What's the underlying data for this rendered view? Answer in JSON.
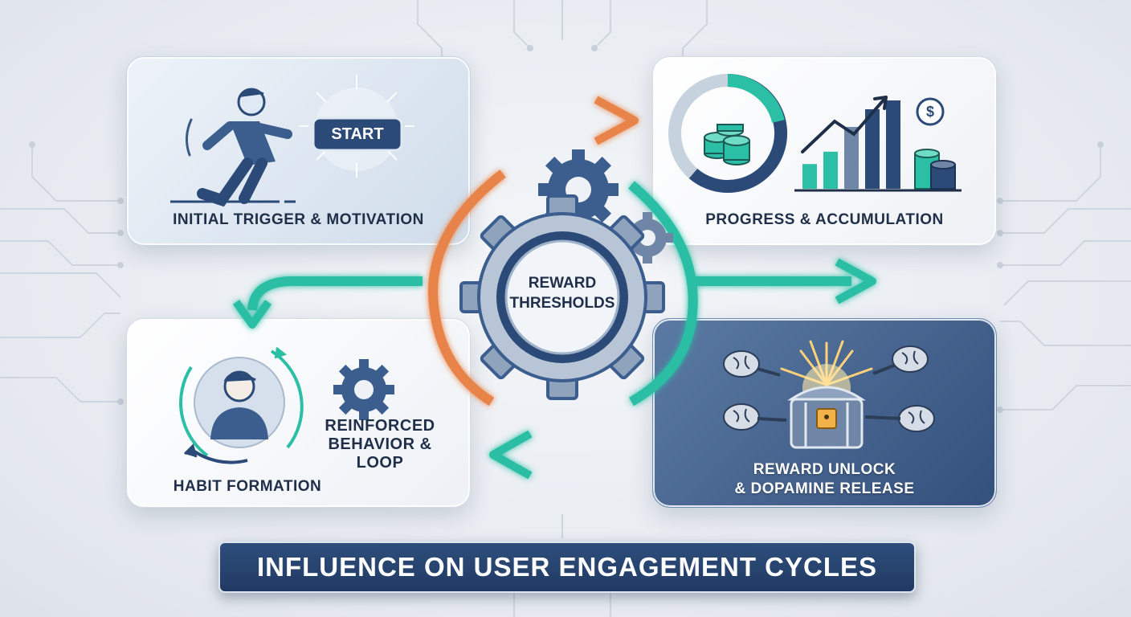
{
  "title": "INFLUENCE ON USER ENGAGEMENT CYCLES",
  "center": {
    "line1": "REWARD",
    "line2": "THRESHOLDS"
  },
  "cards": {
    "trigger": {
      "label": "INITIAL TRIGGER & MOTIVATION",
      "button": "START"
    },
    "progress": {
      "label": "PROGRESS & ACCUMULATION",
      "currency_symbol": "$"
    },
    "habit": {
      "label": "HABIT FORMATION",
      "sublabel_line1": "REINFORCED",
      "sublabel_line2": "BEHAVIOR & LOOP"
    },
    "reward": {
      "label_line1": "REWARD UNLOCK",
      "label_line2": "& DOPAMINE RELEASE"
    }
  },
  "progress_bars": [
    0.28,
    0.42,
    0.7,
    0.9,
    1.0
  ],
  "colors": {
    "navy": "#2c4a78",
    "teal": "#2bbfa5",
    "orange": "#e8844a",
    "steel": "#6f86a6"
  }
}
